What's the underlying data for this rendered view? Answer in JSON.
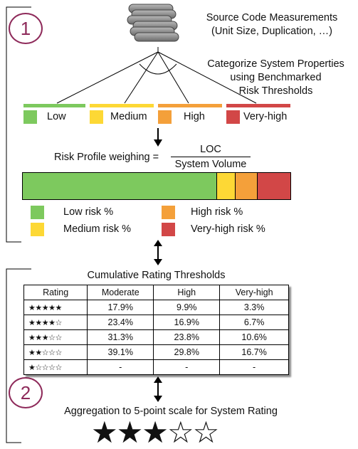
{
  "markers": [
    "1",
    "2"
  ],
  "source": {
    "line1": "Source Code Measurements",
    "line2": "(Unit Size, Duplication, …)"
  },
  "categorize": {
    "line1": "Categorize System Properties",
    "line2": "using Benchmarked",
    "line3": "Risk Thresholds"
  },
  "categories": [
    {
      "label": "Low",
      "color": "#7dc95e"
    },
    {
      "label": "Medium",
      "color": "#fdd835"
    },
    {
      "label": "High",
      "color": "#f4a03a"
    },
    {
      "label": "Very-high",
      "color": "#d24747"
    }
  ],
  "formula": {
    "left": "Risk Profile weighing =",
    "numerator": "LOC",
    "denominator": "System Volume"
  },
  "risk_profile": [
    {
      "share": 0.653,
      "color": "#7dc95e"
    },
    {
      "share": 0.063,
      "color": "#fdd835"
    },
    {
      "share": 0.073,
      "color": "#f4a03a"
    },
    {
      "share": 0.114,
      "color": "#d24747"
    }
  ],
  "legend": [
    {
      "label": "Low risk %",
      "color": "#7dc95e"
    },
    {
      "label": "Medium risk %",
      "color": "#fdd835"
    },
    {
      "label": "High risk %",
      "color": "#f4a03a"
    },
    {
      "label": "Very-high risk %",
      "color": "#d24747"
    }
  ],
  "table": {
    "title": "Cumulative Rating Thresholds",
    "headers": [
      "Rating",
      "Moderate",
      "High",
      "Very-high"
    ],
    "rows": [
      {
        "rating": "★★★★★",
        "moderate": "17.9%",
        "high": "9.9%",
        "very_high": "3.3%"
      },
      {
        "rating": "★★★★☆",
        "moderate": "23.4%",
        "high": "16.9%",
        "very_high": "6.7%"
      },
      {
        "rating": "★★★☆☆",
        "moderate": "31.3%",
        "high": "23.8%",
        "very_high": "10.6%"
      },
      {
        "rating": "★★☆☆☆",
        "moderate": "39.1%",
        "high": "29.8%",
        "very_high": "16.7%"
      },
      {
        "rating": "★☆☆☆☆",
        "moderate": "-",
        "high": "-",
        "very_high": "-"
      }
    ]
  },
  "aggregation": {
    "text": "Aggregation to 5-point scale for System Rating",
    "stars": "★★★☆☆"
  }
}
